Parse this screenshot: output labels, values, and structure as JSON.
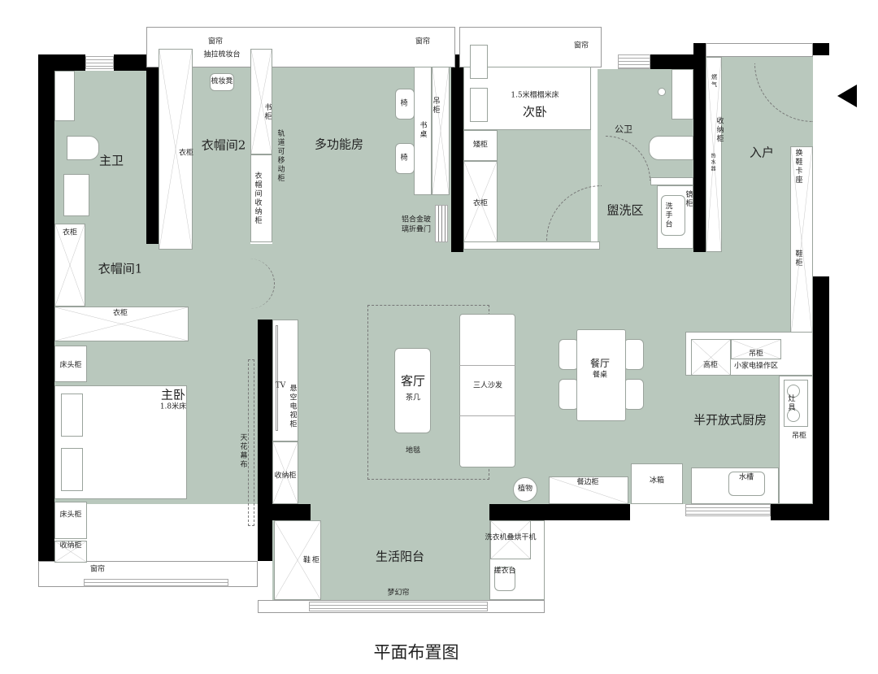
{
  "title": "平面布置图",
  "colors": {
    "floor": "#b9c8bd",
    "wall": "#000000",
    "furniture": "#ffffff"
  },
  "icons": {
    "entrance": "triangle-left-arrow-icon"
  },
  "rooms": {
    "master_bath": "主卫",
    "cloakroom2": "衣帽间2",
    "multi_room": "多功能房",
    "second_bedroom": "次卧",
    "public_bath": "公卫",
    "washing_area": "盥洗区",
    "entrance": "入户",
    "cloakroom1": "衣帽间1",
    "master_bedroom": "主卧",
    "living_room": "客厅",
    "dining_room": "餐厅",
    "kitchen": "半开放式厨房",
    "balcony": "生活阳台"
  },
  "furniture": {
    "curtain": "窗帘",
    "vanity": "抽拉梳妆台",
    "vanity_stool": "梳妆凳",
    "wardrobe": "衣柜",
    "bookcase": "书柜",
    "movable_cabinet": "轨道可移动柜",
    "cloak_storage": "衣帽间收纳柜",
    "chair": "椅",
    "desk": "书桌",
    "wall_cabinet": "吊柜",
    "folding_door": "铝合金玻璃折叠门",
    "bed_15": "1.5米榻榻米床",
    "low_cabinet": "矮柜",
    "gas": "燃气",
    "storage": "收纳柜",
    "water_heater": "热水器",
    "shoe_seat": "换鞋卡座",
    "mirror_cabinet": "镜柜",
    "wash_basin": "洗手台",
    "shoe_cabinet": "鞋柜",
    "nightstand": "床头柜",
    "bed_18": "1.8米床",
    "tv": "TV",
    "tv_cabinet": "悬空电视柜",
    "projector_screen": "天花幕布",
    "coffee_table": "茶几",
    "rug": "地毯",
    "sofa": "三人沙发",
    "dining_table": "餐桌",
    "tall_cabinet": "高柜",
    "appliance_area": "小家电操作区",
    "stove": "灶具",
    "sink": "水槽",
    "fridge": "冰箱",
    "sideboard": "餐边柜",
    "plant": "植物",
    "washer_dryer": "洗衣机叠烘干机",
    "laundry_sink": "搓衣台",
    "dream_curtain": "梦幻帘",
    "balcony_cabinet": "鞋柜"
  }
}
